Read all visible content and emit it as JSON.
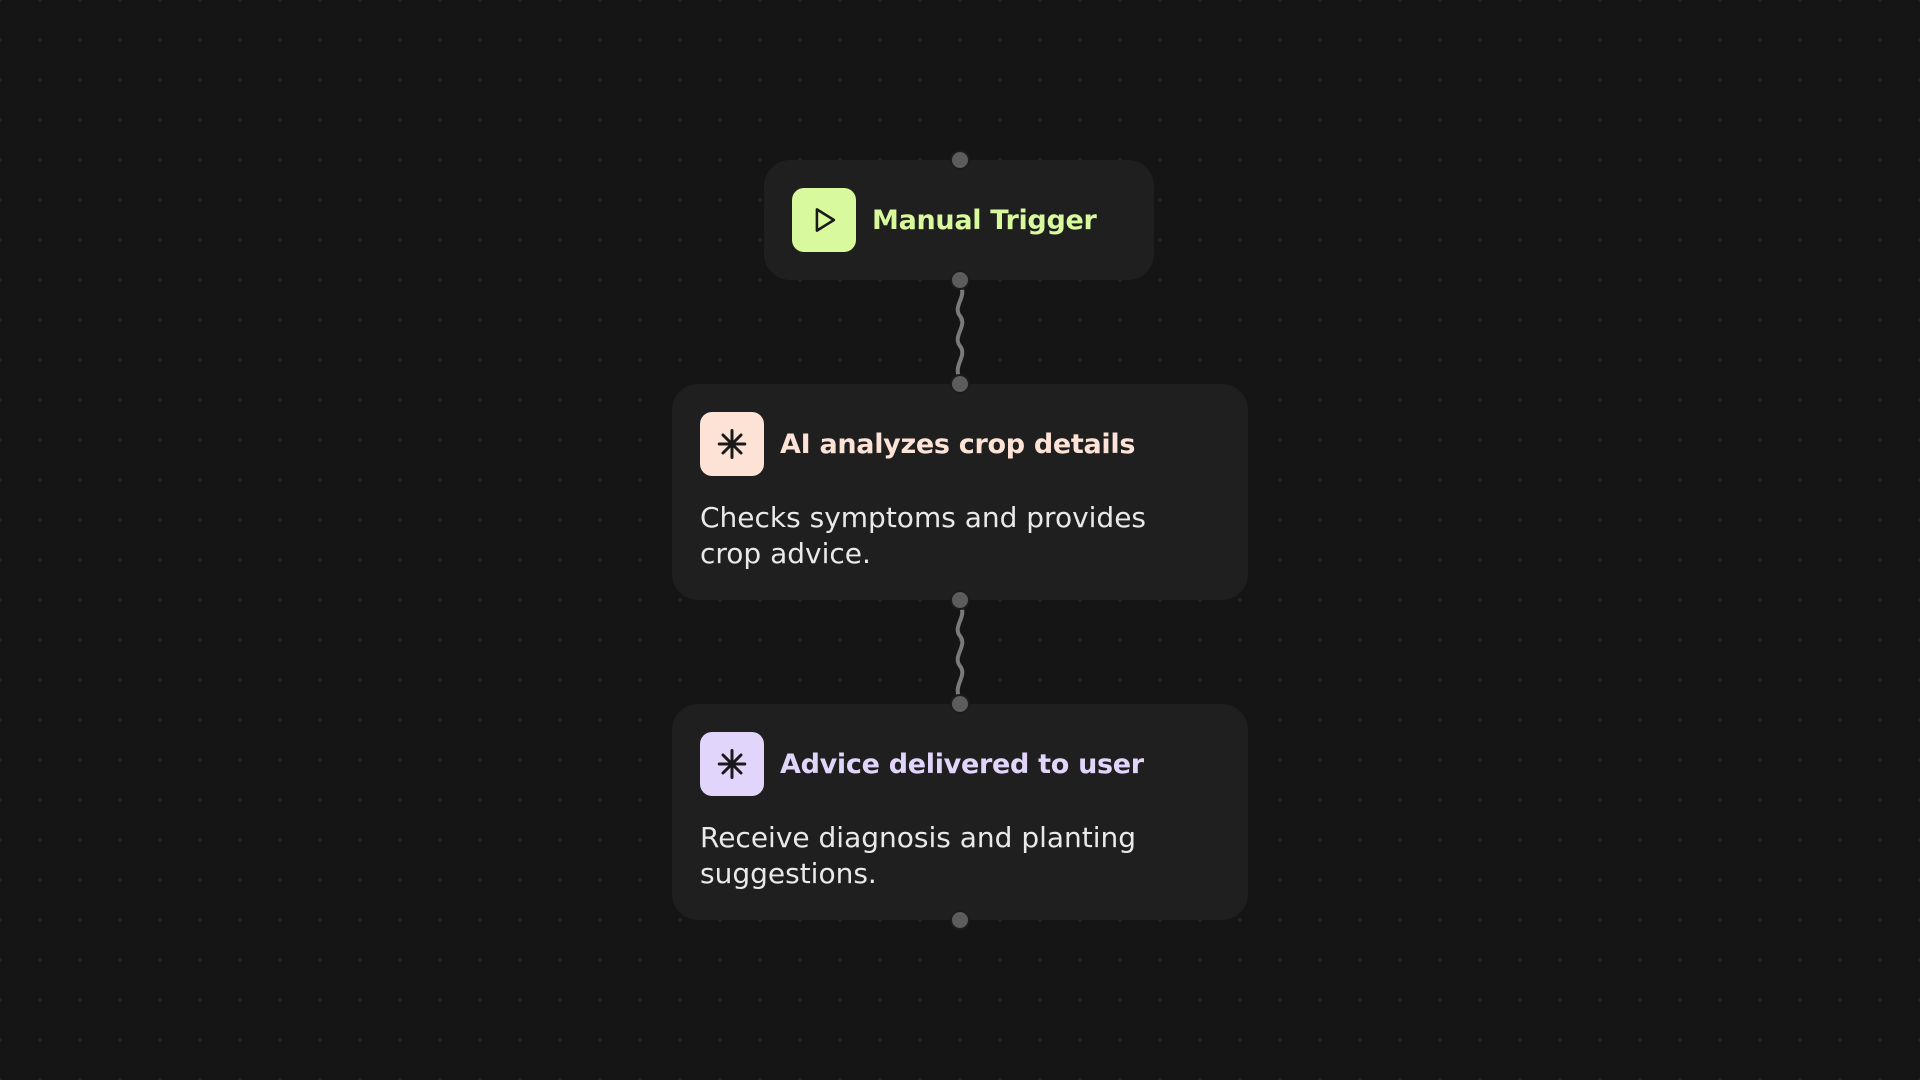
{
  "nodes": {
    "trigger": {
      "title": "Manual Trigger",
      "icon": "play-icon",
      "icon_bg": "#d9f99d",
      "title_color": "#d9f99d"
    },
    "analyze": {
      "title": "AI analyzes crop details",
      "description": "Checks symptoms and provides crop advice.",
      "icon": "sparkle-icon",
      "icon_bg": "#fde2d6",
      "title_color": "#fde2d6"
    },
    "deliver": {
      "title": "Advice delivered to user",
      "description": "Receive diagnosis and planting suggestions.",
      "icon": "sparkle-icon",
      "icon_bg": "#e2d5fc",
      "title_color": "#e2d5fc"
    }
  },
  "colors": {
    "background": "#151515",
    "node_bg": "#1f1f1f",
    "port": "#5c5c5c",
    "connector": "#7a7a7a",
    "icon_stroke": "#1a1a1a"
  }
}
